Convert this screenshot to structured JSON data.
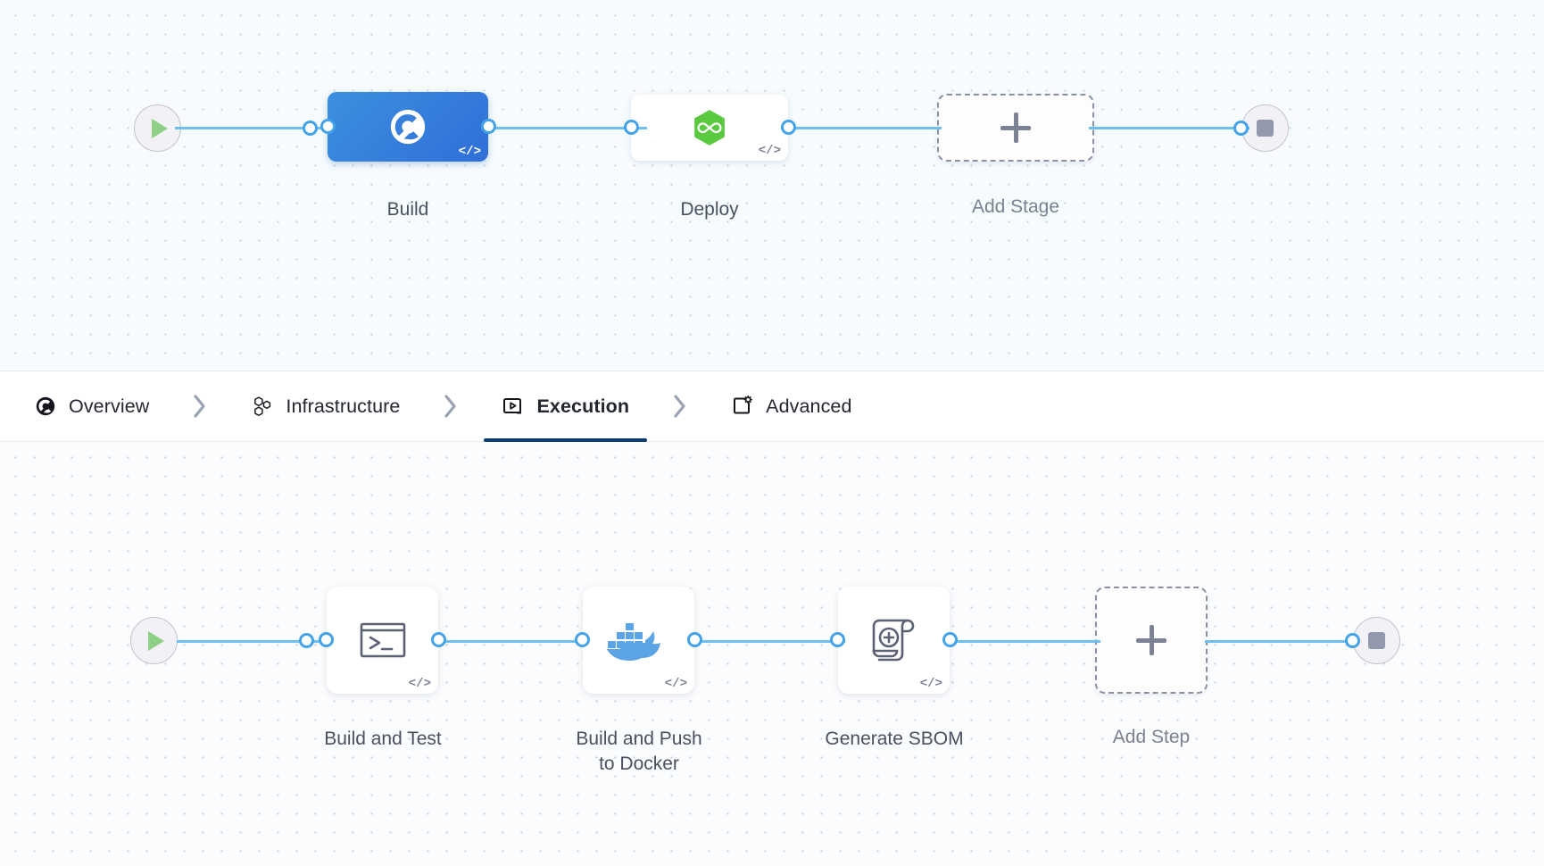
{
  "pipeline": {
    "stage_canvas": {
      "start_node": {
        "name": "pipeline-start",
        "icon": "play-icon"
      },
      "end_node": {
        "name": "pipeline-end",
        "icon": "stop-icon"
      },
      "stages": [
        {
          "id": "build",
          "label": "Build",
          "icon": "harness-ci-icon",
          "selected": true,
          "has_code_badge": true
        },
        {
          "id": "deploy",
          "label": "Deploy",
          "icon": "harness-cd-infinity-icon",
          "selected": false,
          "has_code_badge": true
        }
      ],
      "add_stage": {
        "label": "Add Stage",
        "icon": "plus-icon"
      }
    },
    "tabs": [
      {
        "id": "overview",
        "label": "Overview",
        "icon": "harness-circle-icon",
        "active": false
      },
      {
        "id": "infrastructure",
        "label": "Infrastructure",
        "icon": "hexagon-cluster-icon",
        "active": false
      },
      {
        "id": "execution",
        "label": "Execution",
        "icon": "play-box-icon",
        "active": true
      },
      {
        "id": "advanced",
        "label": "Advanced",
        "icon": "square-gear-icon",
        "active": false
      }
    ],
    "tab_separator_icon": "chevron-right-icon",
    "step_canvas": {
      "start_node": {
        "name": "execution-start",
        "icon": "play-icon"
      },
      "end_node": {
        "name": "execution-end",
        "icon": "stop-icon"
      },
      "steps": [
        {
          "id": "build-and-test",
          "label": "Build and Test",
          "icon": "terminal-icon",
          "has_code_badge": true
        },
        {
          "id": "build-and-push-docker",
          "label": "Build and Push\nto Docker",
          "icon": "docker-whale-icon",
          "has_code_badge": true
        },
        {
          "id": "generate-sbom",
          "label": "Generate SBOM",
          "icon": "sbom-scroll-icon",
          "has_code_badge": true
        }
      ],
      "add_step": {
        "label": "Add Step",
        "icon": "plus-icon"
      }
    }
  },
  "colors": {
    "edge": "#6cc0ef",
    "port_ring": "#44a3e8",
    "stage_selected": "#3076d8",
    "deploy_green": "#5bc93f",
    "docker_blue": "#5ba4e5",
    "active_tab_underline": "#0b3c74",
    "stage_canvas_bg": "#f6fbfe",
    "step_canvas_bg": "#fbfcfd"
  }
}
